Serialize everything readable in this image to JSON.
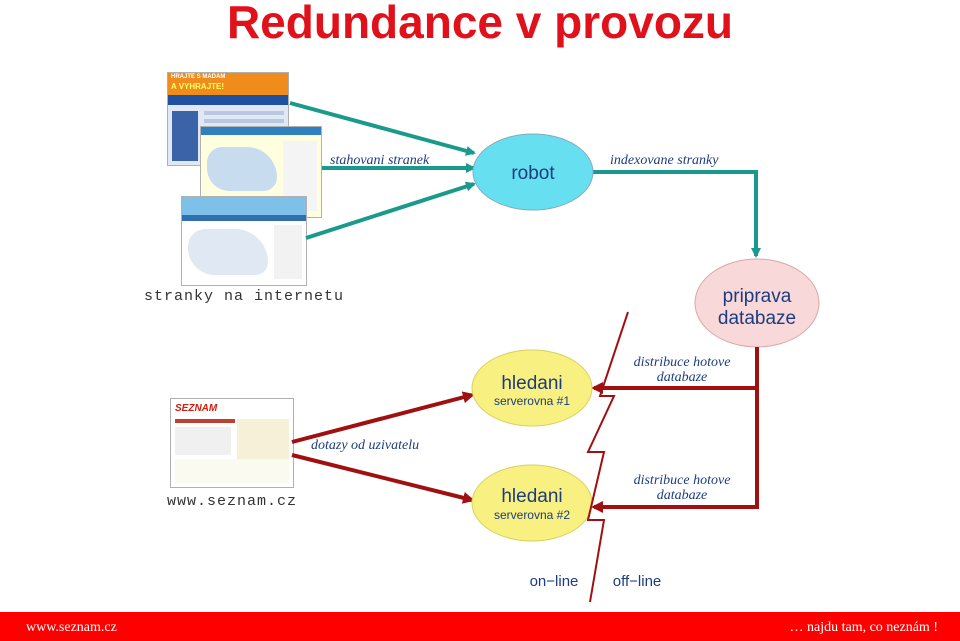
{
  "title": "Redundance v provozu",
  "labels": {
    "stahovani": "stahovani stranek",
    "indexovane": "indexovane stranky",
    "stranky_internet": "stranky na internetu",
    "dotazy": "dotazy od uzivatelu",
    "seznam_url": "www.seznam.cz",
    "distribuce1_l1": "distribuce hotove",
    "distribuce1_l2": "databaze",
    "distribuce2_l1": "distribuce hotove",
    "distribuce2_l2": "databaze",
    "online": "on−line",
    "offline": "off−line"
  },
  "nodes": {
    "robot": "robot",
    "priprava_l1": "priprava",
    "priprava_l2": "databaze",
    "hledani1_l1": "hledani",
    "hledani1_l2": "serverovna #1",
    "hledani2_l1": "hledani",
    "hledani2_l2": "serverovna #2"
  },
  "thumbs": {
    "promo_text1": "HRAJTE S MADAM",
    "promo_text2": "A VYHRAJTE!",
    "seznam_logo": "SEZNAM"
  },
  "footer": {
    "left": "www.seznam.cz",
    "right": "… najdu tam, co neznám !"
  },
  "colors": {
    "title": "#e0111a",
    "teal_arrow": "#1a9a8c",
    "red_arrow": "#a01010",
    "robot_fill": "#66e0f0",
    "priprava_fill": "#f8d8d8",
    "hledani_fill": "#f8f080",
    "footer": "#ff0000"
  }
}
